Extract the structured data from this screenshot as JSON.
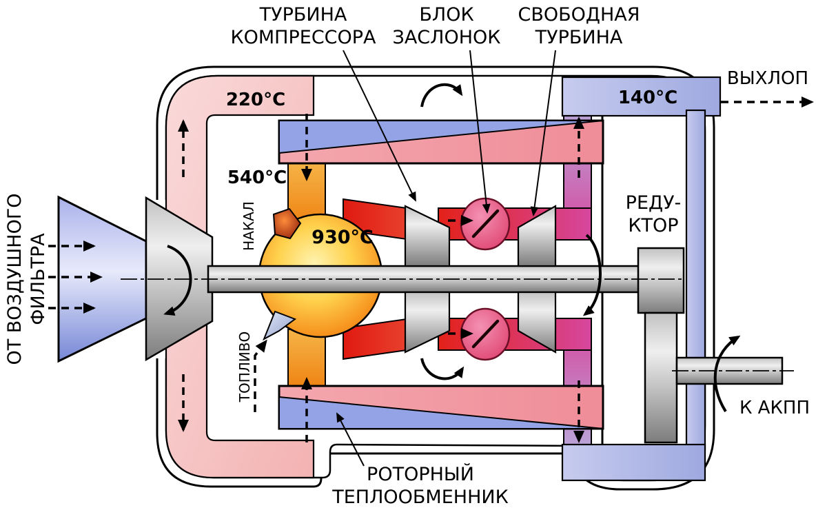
{
  "diagram": {
    "labels": {
      "compressor_turbine_line1": "ТУРБИНА",
      "compressor_turbine_line2": "КОМПРЕССОРА",
      "valve_block_line1": "БЛОК",
      "valve_block_line2": "ЗАСЛОНОК",
      "free_turbine_line1": "СВОБОДНАЯ",
      "free_turbine_line2": "ТУРБИНА",
      "exhaust": "ВЫХЛОП",
      "from_air_filter_line1": "ОТ ВОЗДУШНОГО",
      "from_air_filter_line2": "ФИЛЬТРА",
      "glow_plug": "НАКАЛ",
      "fuel": "ТОПЛИВО",
      "gearbox_line1": "РЕДУ-",
      "gearbox_line2": "КТОР",
      "to_transmission": "К АКПП",
      "heat_exchanger_line1": "РОТОРНЫЙ",
      "heat_exchanger_line2": "ТЕПЛООБМЕННИК"
    },
    "temperatures": {
      "after_compressor": "220°C",
      "after_regenerator": "540°C",
      "combustion_chamber": "930°C",
      "exhaust_gas": "140°C"
    },
    "colors": {
      "cold_air_blue": "#8e9ade",
      "warm_air_pink": "#f6c0c0",
      "hot_gas_red": "#e32119",
      "combustion_orange": "#f6921e",
      "turbine_magenta": "#d6479e",
      "exhaust_lavender": "#b3bae6",
      "metal_gray": "#a9a9a9",
      "temp_220_color": "#9e1a1a",
      "temp_540_color": "#111111",
      "temp_930_color": "#d21404",
      "temp_140_color": "#1c2f7e"
    }
  }
}
